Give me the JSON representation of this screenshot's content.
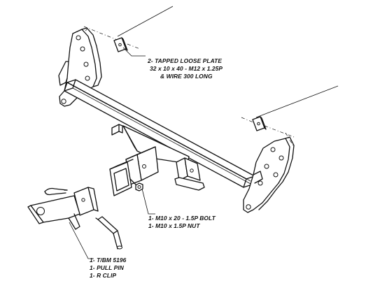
{
  "callouts": {
    "plate": {
      "line1": "2- TAPPED LOOSE PLATE",
      "line2": "32 x 10 x 40 - M12 x 1.25P",
      "line3": "& WIRE 300 LONG"
    },
    "bolt": {
      "line1": "1- M10 x 20 - 1.5P BOLT",
      "line2": "1- M10 x 1.5P NUT"
    },
    "ballmount": {
      "line1": "1- T/BM 5196",
      "line2": "1- PULL PIN",
      "line3": "1- R CLIP"
    }
  }
}
